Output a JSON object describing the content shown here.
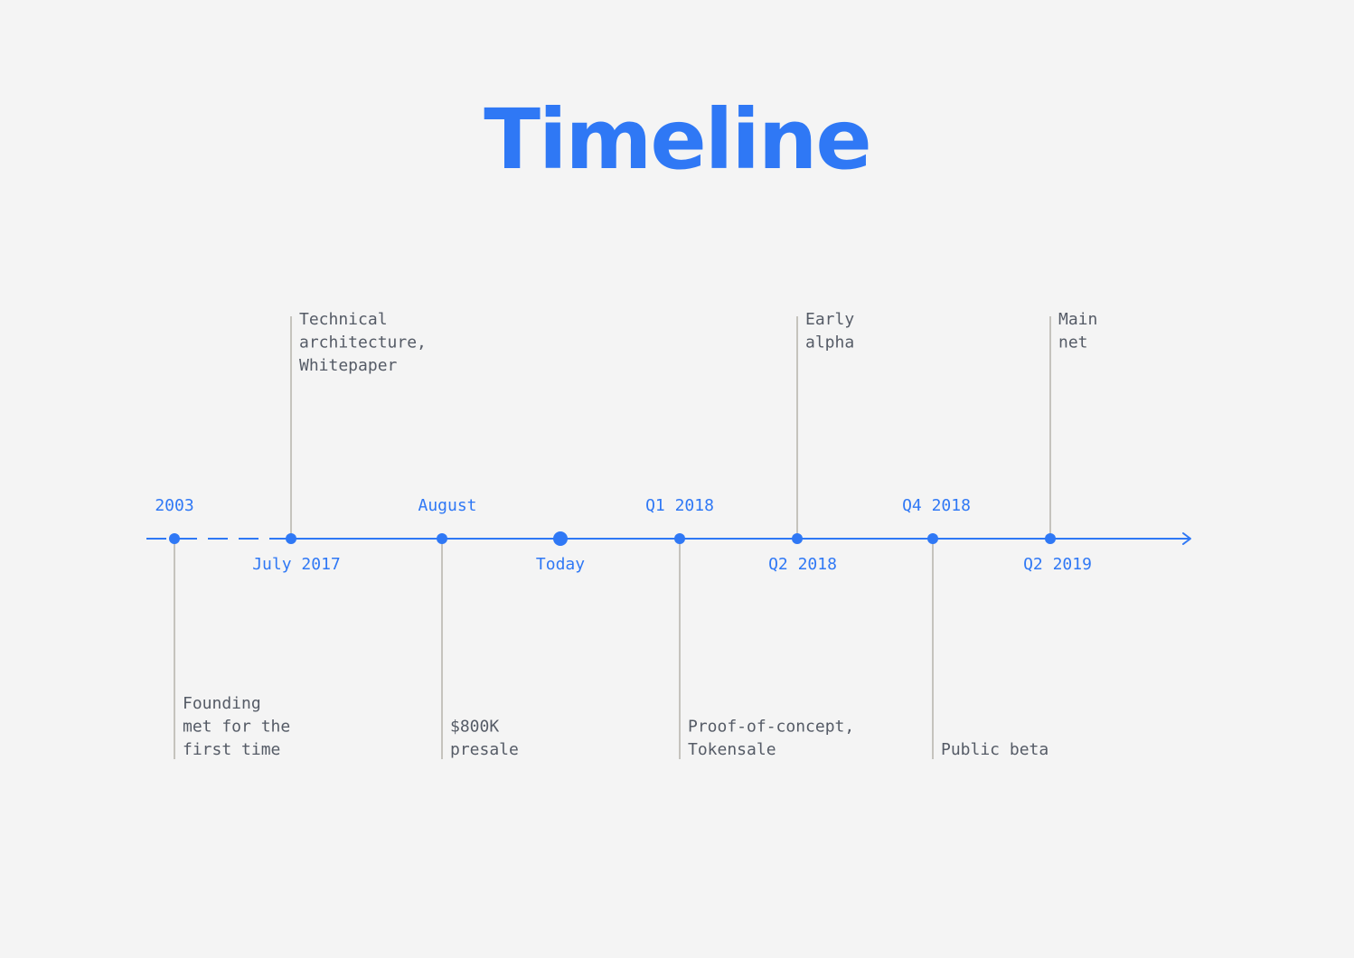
{
  "title": "Timeline",
  "colors": {
    "accent": "#2f78f5",
    "connector": "#c5c3bd",
    "text": "#555b66",
    "background": "#f4f4f4"
  },
  "axis": {
    "arrow_icon": "arrow-right-icon"
  },
  "milestones": [
    {
      "date": "2003",
      "date_side": "above",
      "description": [
        "Founding",
        "met for the",
        "first time"
      ],
      "description_side": "below"
    },
    {
      "date": "July 2017",
      "date_side": "below",
      "description": [
        "Technical",
        "architecture,",
        "Whitepaper"
      ],
      "description_side": "above"
    },
    {
      "date": "August",
      "date_side": "above",
      "description": [
        "$800K",
        "presale"
      ],
      "description_side": "below"
    },
    {
      "date": "Today",
      "date_side": "below",
      "description": [],
      "description_side": "none",
      "current": true
    },
    {
      "date": "Q1 2018",
      "date_side": "above",
      "description": [
        "Proof-of-concept,",
        "Tokensale"
      ],
      "description_side": "below"
    },
    {
      "date": "Q2 2018",
      "date_side": "below",
      "description": [
        "Early",
        "alpha"
      ],
      "description_side": "above"
    },
    {
      "date": "Q4 2018",
      "date_side": "above",
      "description": [
        "Public beta"
      ],
      "description_side": "below"
    },
    {
      "date": "Q2 2019",
      "date_side": "below",
      "description": [
        "Main",
        "net"
      ],
      "description_side": "above"
    }
  ]
}
